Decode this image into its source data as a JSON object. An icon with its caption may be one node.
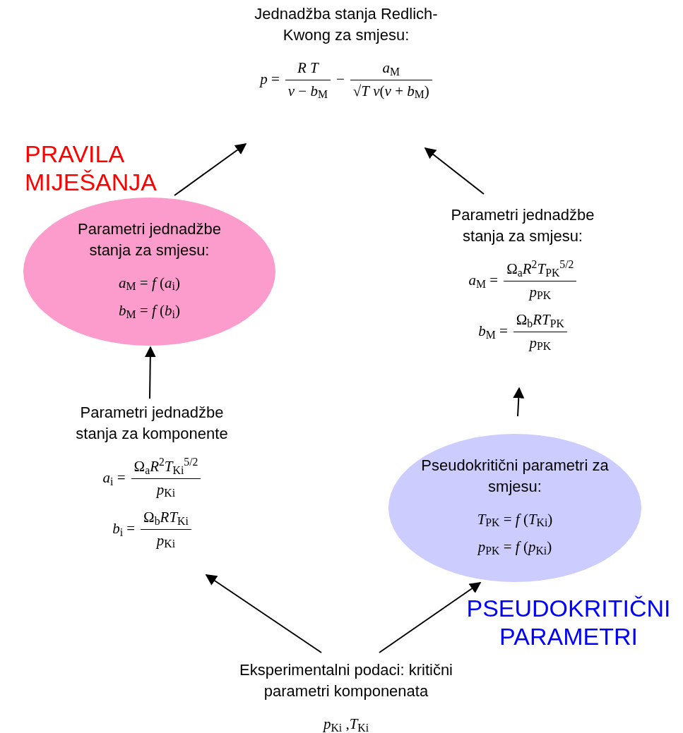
{
  "diagram": {
    "nodes": [
      {
        "text": [
          "Jednadžba stanja Redlich-Kwong za smjesu:",
          "*p* =",
          "*R T*",
          "*v* − *b*$_{M}$",
          "−",
          "*a*$_{M}$",
          "√*T* *v*(*v* + *b*$_{M}$)"
        ]
      },
      {
        "text": [
          "Parametri jednadžbe stanja za smjesu:",
          "*a*$_{M}$ = *f* (*a*$_{i}$)",
          "*b*$_{M}$ = *f* (*b*$_{i}$)"
        ]
      },
      {
        "text": [
          "Parametri jednadžbe stanja za smjesu:",
          "*a*$_{M}$ =",
          "Ω$_{a}$*R*$^{2}$*T*$_{PK}$$^{5/2}$",
          "*p*$_{PK}$",
          "*b*$_{M}$ =",
          "Ω$_{b}$*RT*$_{PK}$",
          "*p*$_{PK}$"
        ]
      },
      {
        "text": [
          "Parametri jednadžbe stanja za komponente",
          "*a*$_{i}$ =",
          "Ω$_{a}$*R*$^{2}$*T*$_{Ki}$$^{5/2}$",
          "*p*$_{Ki}$",
          "*b*$_{i}$ =",
          "Ω$_{b}$*RT*$_{Ki}$",
          "*p*$_{Ki}$"
        ]
      },
      {
        "text": [
          "Pseudokritični parametri za smjesu:",
          "*T*$_{PK}$ = *f* (*T*$_{Ki}$)",
          "*p*$_{PK}$ = *f* (*p*$_{Ki}$)"
        ]
      },
      {
        "text": [
          "Eksperimentalni podaci: kritični parametri komponenata",
          "*p*$_{Ki}$ ,*T*$_{Ki}$"
        ]
      }
    ],
    "edges": [
      {
        "from": 5,
        "to": 3,
        "arrow": "to"
      },
      {
        "from": 5,
        "to": 4,
        "arrow": "to"
      },
      {
        "from": 4,
        "to": 2,
        "arrow": "to"
      },
      {
        "from": 3,
        "to": 1,
        "arrow": "to"
      },
      {
        "from": 1,
        "to": 0,
        "arrow": "to"
      },
      {
        "from": 2,
        "to": 0,
        "arrow": "to"
      }
    ],
    "labels": [
      "PRAVILA MIJEŠANJA",
      "PSEUDOKRITIČNI PARAMETRI"
    ]
  }
}
